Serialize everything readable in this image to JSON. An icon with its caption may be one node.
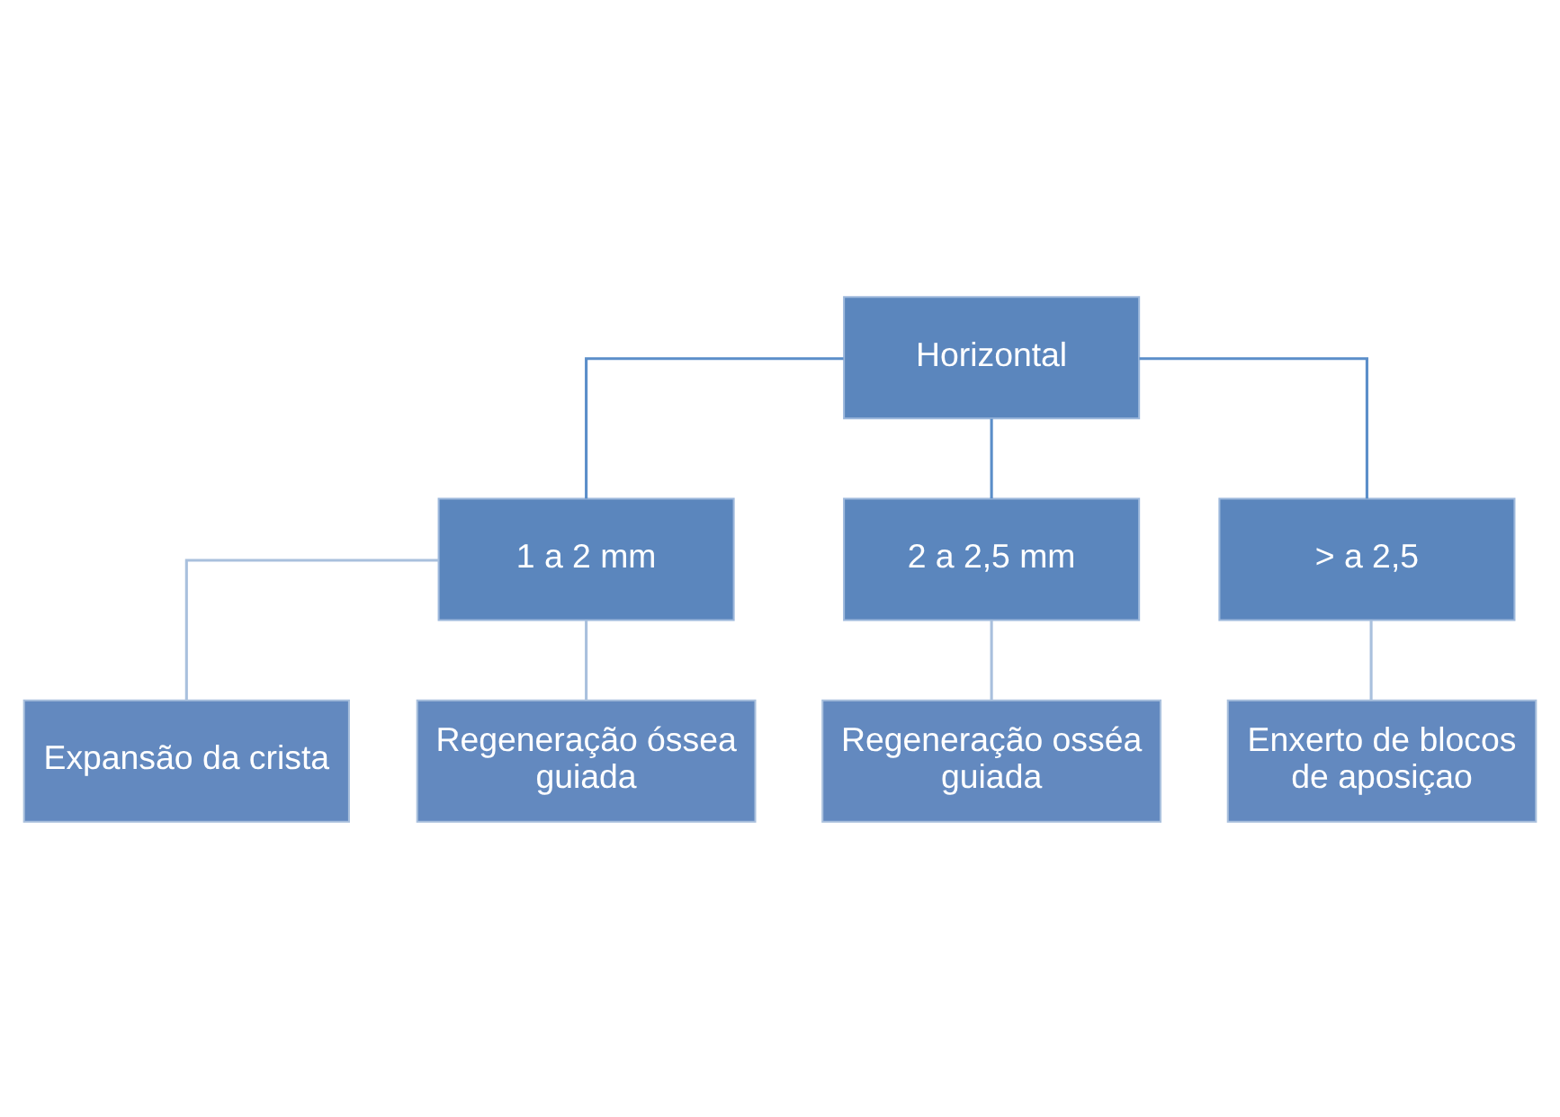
{
  "diagram": {
    "nodes": [
      {
        "text": [
          "Horizontal"
        ]
      },
      {
        "text": [
          "1 a 2 mm"
        ]
      },
      {
        "text": [
          "2 a 2,5 mm"
        ]
      },
      {
        "text": [
          "> a 2,5"
        ]
      },
      {
        "text": [
          "Expansão da crista"
        ]
      },
      {
        "text": [
          "Regeneração óssea guiada"
        ]
      },
      {
        "text": [
          "Regeneração osséa guiada"
        ]
      },
      {
        "text": [
          "Enxerto de blocos de aposiçao"
        ]
      }
    ],
    "edges": [
      {
        "from": 0,
        "to": 1,
        "arrow": "none",
        "color": "#5b8ec9"
      },
      {
        "from": 0,
        "to": 2,
        "arrow": "none",
        "color": "#5b8ec9"
      },
      {
        "from": 0,
        "to": 3,
        "arrow": "none",
        "color": "#5b8ec9"
      },
      {
        "from": 1,
        "to": 4,
        "arrow": "none"
      },
      {
        "from": 1,
        "to": 5,
        "arrow": "none"
      },
      {
        "from": 2,
        "to": 6,
        "arrow": "none"
      },
      {
        "from": 3,
        "to": 7,
        "arrow": "none"
      }
    ]
  }
}
